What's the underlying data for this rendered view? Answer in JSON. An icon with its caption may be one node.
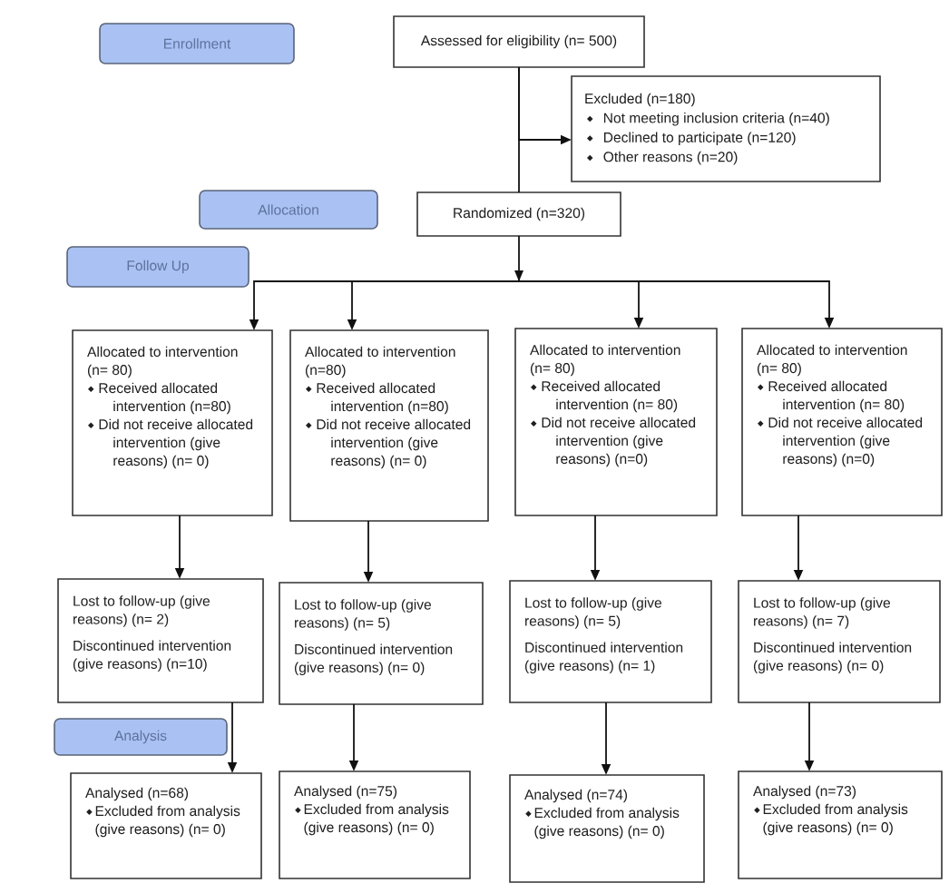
{
  "diagram": {
    "nodes": [
      {
        "text": [
          "Enrollment"
        ]
      },
      {
        "text": [
          "Assessed for eligibility (n= 500)"
        ]
      },
      {
        "text": [
          "Excluded (n=180)",
          "Not meeting inclusion criteria (n=40)",
          "Declined to participate (n=120)",
          "Other reasons (n=20)"
        ]
      },
      {
        "text": [
          "Allocation"
        ]
      },
      {
        "text": [
          "Randomized (n=320)"
        ]
      },
      {
        "text": [
          "Follow Up"
        ]
      },
      {
        "text": [
          "Allocated to intervention (n= 80)",
          "Received allocated intervention (n=80)",
          "Did not receive allocated intervention (give reasons) (n= 0)"
        ]
      },
      {
        "text": [
          "Allocated to intervention (n=80)",
          "Received allocated intervention (n=80)",
          "Did not receive allocated intervention (give reasons) (n= 0)"
        ]
      },
      {
        "text": [
          "Allocated to intervention (n= 80)",
          "Received allocated intervention (n= 80)",
          "Did not receive allocated intervention (give reasons) (n=0)"
        ]
      },
      {
        "text": [
          "Allocated to intervention (n= 80)",
          "Received allocated intervention (n= 80)",
          "Did not receive allocated intervention (give reasons) (n=0)"
        ]
      },
      {
        "text": [
          "Lost to follow-up (give reasons) (n= 2)",
          "Discontinued intervention (give reasons) (n=10)"
        ]
      },
      {
        "text": [
          "Lost to follow-up (give reasons) (n= 5)",
          "Discontinued intervention (give reasons) (n= 0)"
        ]
      },
      {
        "text": [
          "Lost to follow-up (give reasons) (n= 5)",
          "Discontinued intervention (give reasons) (n= 1)"
        ]
      },
      {
        "text": [
          "Lost to follow-up (give reasons) (n= 7)",
          "Discontinued intervention (give reasons) (n= 0)"
        ]
      },
      {
        "text": [
          "Analysis"
        ]
      },
      {
        "text": [
          "Analysed (n=68)",
          "Excluded from analysis (give reasons) (n= 0)"
        ]
      },
      {
        "text": [
          "Analysed (n=75)",
          "Excluded from analysis (give reasons) (n= 0)"
        ]
      },
      {
        "text": [
          "Analysed (n=74)",
          "Excluded from analysis (give reasons) (n= 0)"
        ]
      },
      {
        "text": [
          "Analysed (n=73)",
          "Excluded from analysis (give reasons) (n= 0)"
        ]
      }
    ],
    "edges": [
      {
        "from": 1,
        "to": 2,
        "arrow": "to"
      },
      {
        "from": 1,
        "to": 4,
        "arrow": "none"
      },
      {
        "from": 4,
        "to": 6,
        "arrow": "to"
      },
      {
        "from": 4,
        "to": 7,
        "arrow": "to"
      },
      {
        "from": 4,
        "to": 8,
        "arrow": "to"
      },
      {
        "from": 4,
        "to": 9,
        "arrow": "to"
      },
      {
        "from": 6,
        "to": 10,
        "arrow": "to"
      },
      {
        "from": 7,
        "to": 11,
        "arrow": "to"
      },
      {
        "from": 8,
        "to": 12,
        "arrow": "to"
      },
      {
        "from": 9,
        "to": 13,
        "arrow": "to"
      },
      {
        "from": 10,
        "to": 15,
        "arrow": "to"
      },
      {
        "from": 11,
        "to": 16,
        "arrow": "to"
      },
      {
        "from": 12,
        "to": 17,
        "arrow": "to"
      },
      {
        "from": 13,
        "to": 18,
        "arrow": "to"
      }
    ]
  }
}
